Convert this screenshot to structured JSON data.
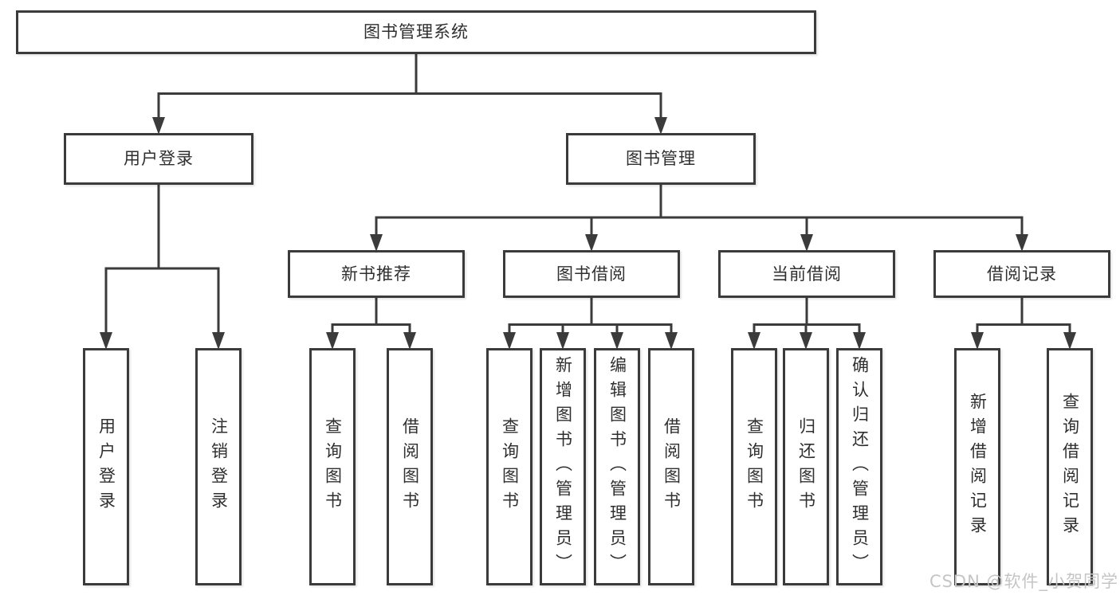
{
  "tree": {
    "label": "图书管理系统",
    "children": [
      {
        "label": "用户登录",
        "children": [
          {
            "label": "用户登录"
          },
          {
            "label": "注销登录"
          }
        ]
      },
      {
        "label": "图书管理",
        "children": [
          {
            "label": "新书推荐",
            "children": [
              {
                "label": "查询图书"
              },
              {
                "label": "借阅图书"
              }
            ]
          },
          {
            "label": "图书借阅",
            "children": [
              {
                "label": "查询图书"
              },
              {
                "label": "新增图书（管理员）"
              },
              {
                "label": "编辑图书（管理员）"
              },
              {
                "label": "借阅图书"
              }
            ]
          },
          {
            "label": "当前借阅",
            "children": [
              {
                "label": "查询图书"
              },
              {
                "label": "归还图书"
              },
              {
                "label": "确认归还（管理员）"
              }
            ]
          },
          {
            "label": "借阅记录",
            "children": [
              {
                "label": "新增借阅记录"
              },
              {
                "label": "查询借阅记录"
              }
            ]
          }
        ]
      }
    ]
  },
  "watermark": {
    "text": "CSDN @软件_小贺同学"
  },
  "colors": {
    "line": "#3b3b3b",
    "box_fill": "#ffffff",
    "text": "#2f2f2f",
    "watermark": "#c5c5c5"
  }
}
